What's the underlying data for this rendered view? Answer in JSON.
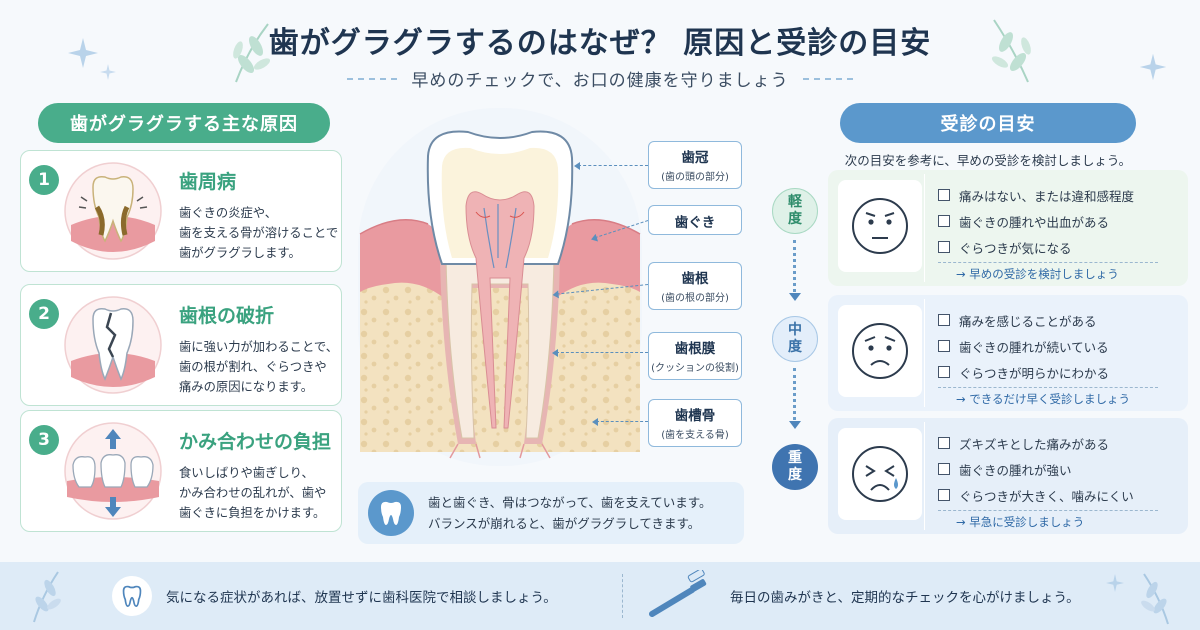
{
  "header": {
    "title": "歯がグラグラするのはなぜ？ 原因と受診の目安",
    "subtitle": "早めのチェックで、お口の健康を守りましょう"
  },
  "causes": {
    "heading": "歯がグラグラする主な原因",
    "items": [
      {
        "num": "1",
        "title": "歯周病",
        "desc": [
          "歯ぐきの炎症や、",
          "歯を支える骨が溶けることで",
          "歯がグラグラします。"
        ]
      },
      {
        "num": "2",
        "title": "歯根の破折",
        "desc": [
          "歯に強い力が加わることで、",
          "歯の根が割れ、ぐらつきや",
          "痛みの原因になります。"
        ]
      },
      {
        "num": "3",
        "title": "かみ合わせの負担",
        "desc": [
          "食いしばりや歯ぎしり、",
          "かみ合わせの乱れが、歯や",
          "歯ぐきに負担をかけます。"
        ]
      }
    ]
  },
  "anatomy": {
    "labels": [
      {
        "main": "歯冠",
        "sub": "(歯の頭の部分)"
      },
      {
        "main": "歯ぐき",
        "sub": ""
      },
      {
        "main": "歯根",
        "sub": "(歯の根の部分)"
      },
      {
        "main": "歯根膜",
        "sub": "(クッションの役割)"
      },
      {
        "main": "歯槽骨",
        "sub": "(歯を支える骨)"
      }
    ],
    "note": [
      "歯と歯ぐき、骨はつながって、歯を支えています。",
      "バランスが崩れると、歯がグラグラしてきます。"
    ]
  },
  "guide": {
    "heading": "受診の目安",
    "intro": "次の目安を参考に、早めの受診を検討しましょう。",
    "levels": [
      {
        "label1": "軽",
        "label2": "度",
        "checks": [
          "痛みはない、または違和感程度",
          "歯ぐきの腫れや出血がある",
          "ぐらつきが気になる"
        ],
        "advice": "→ 早めの受診を検討しましょう"
      },
      {
        "label1": "中",
        "label2": "度",
        "checks": [
          "痛みを感じることがある",
          "歯ぐきの腫れが続いている",
          "ぐらつきが明らかにわかる"
        ],
        "advice": "→ できるだけ早く受診しましょう"
      },
      {
        "label1": "重",
        "label2": "度",
        "checks": [
          "ズキズキとした痛みがある",
          "歯ぐきの腫れが強い",
          "ぐらつきが大きく、噛みにくい"
        ],
        "advice": "→ 早急に受診しましょう"
      }
    ]
  },
  "footer": {
    "left": "気になる症状があれば、放置せずに歯科医院で相談しましょう。",
    "right": "毎日の歯みがきと、定期的なチェックを心がけましょう。"
  },
  "colors": {
    "green": "#49ad8b",
    "blue": "#5b98cc",
    "navy": "#1f3550",
    "gum": "#e99aa0",
    "bone": "#f3e2c0"
  },
  "icons": [
    "sparkle-icon",
    "leaf-icon",
    "tooth-icon",
    "toothbrush-icon",
    "arrow-up-icon",
    "arrow-down-icon",
    "face-neutral-icon",
    "face-worried-icon",
    "face-crying-icon"
  ]
}
